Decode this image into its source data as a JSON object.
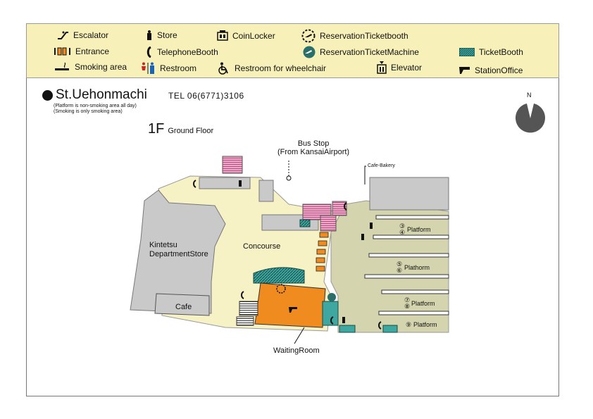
{
  "legend": {
    "escalator": "Escalator",
    "store": "Store",
    "coin_locker": "CoinLocker",
    "reservation_booth": "ReservationTicketbooth",
    "entrance": "Entrance",
    "telephone": "TelephoneBooth",
    "reservation_machine": "ReservationTicketMachine",
    "ticket_booth": "TicketBooth",
    "smoking": "Smoking area",
    "restroom": "Restroom",
    "wheelchair_restroom": "Restroom for wheelchair",
    "elevator": "Elevator",
    "station_office": "StationOffice"
  },
  "station": {
    "name": "St.Uehonmachi",
    "tel": "TEL 06(6771)3106",
    "note_line1": "(Platform is non-smoking area all day)",
    "note_line2": "(Smoking is only smoking area)",
    "north": "N"
  },
  "floor": {
    "number": "1F",
    "name": "Ground Floor"
  },
  "map_labels": {
    "bus_stop_line1": "Bus Stop",
    "bus_stop_line2": "(From KansaiAirport)",
    "cafe_bakery": "Cafe-Bakery",
    "dept_store_line1": "Kintetsu",
    "dept_store_line2": "DepartmentStore",
    "concourse": "Concourse",
    "cafe": "Cafe",
    "waiting_room": "WaitingRoom",
    "platform_34_nums": "③\n④",
    "platform_34": "Platform",
    "platform_56_nums": "⑤\n⑥",
    "platform_56": "Plathorm",
    "platform_78_nums": "⑦\n⑧",
    "platform_78": "Platform",
    "platform_9_num": "⑨",
    "platform_9": "Platform"
  },
  "colors": {
    "legend_bg": "#f7f0b8",
    "concourse": "#f7f2c6",
    "building": "#c9c9c9",
    "platform_area": "#d4d4ae",
    "waiting_room": "#f08b1f",
    "ticket_booth": "#3ea79f",
    "escalator": "#f0a8c8"
  }
}
